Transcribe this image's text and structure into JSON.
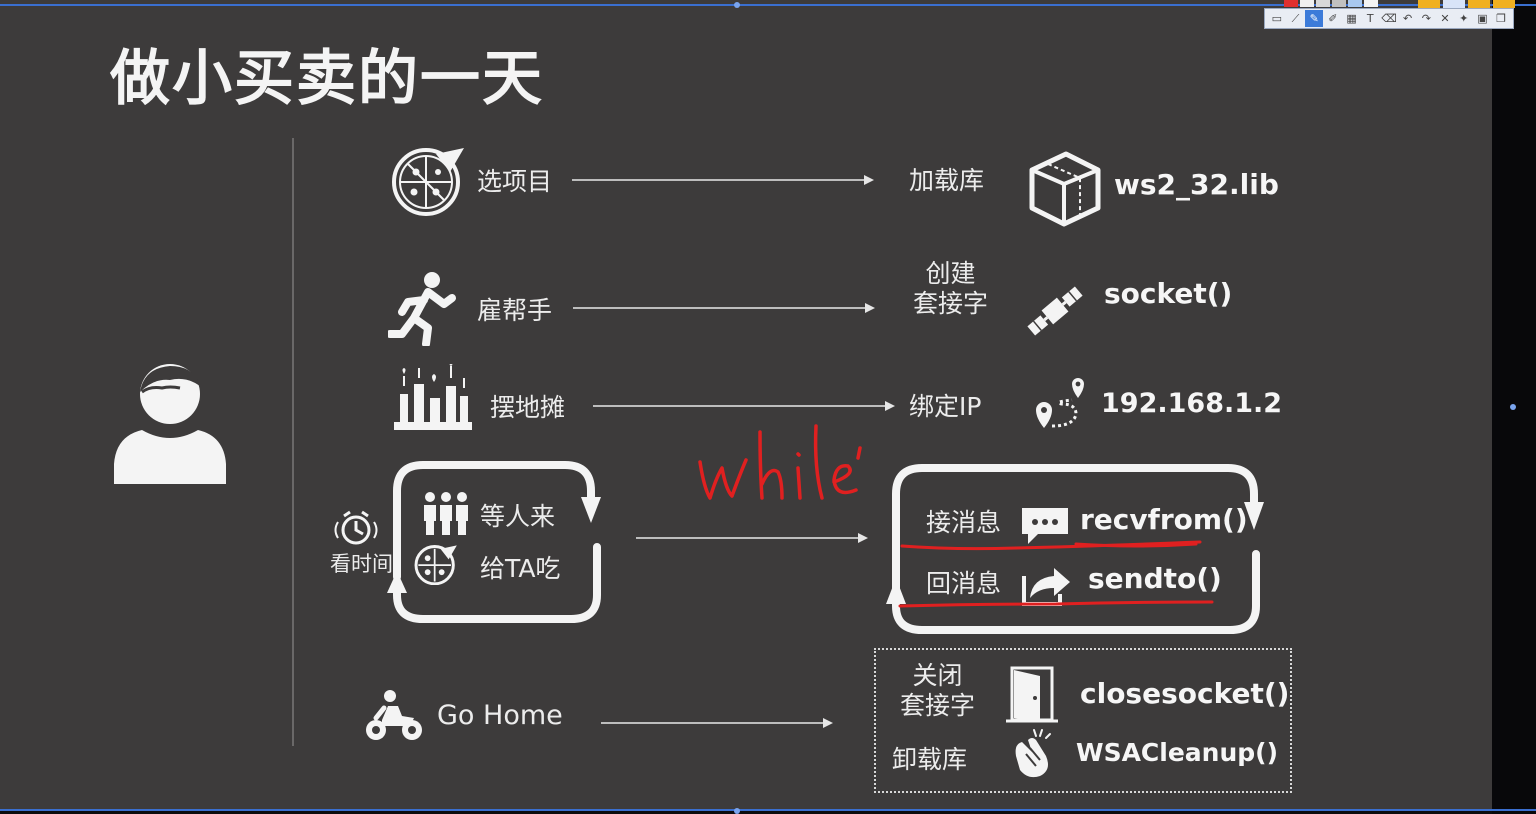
{
  "title": "做小买卖的一天",
  "rows": [
    {
      "left": "选项目",
      "right": "加载库",
      "code": "ws2_32.lib"
    },
    {
      "left": "雇帮手",
      "right_lines": [
        "创建",
        "套接字"
      ],
      "code": "socket()"
    },
    {
      "left": "摆地摊",
      "right": "绑定IP",
      "code": "192.168.1.2"
    }
  ],
  "loop_left": {
    "clock_label": "看时间",
    "item1": "等人来",
    "item2": "给TA吃"
  },
  "loop_right": {
    "recv_label": "接消息",
    "recv_code": "recvfrom()",
    "send_label": "回消息",
    "send_code": "sendto()"
  },
  "annotation": {
    "text": "while",
    "color": "#e02020"
  },
  "cleanup": {
    "left": "Go Home",
    "close_lines": [
      "关闭",
      "套接字"
    ],
    "close_code": "closesocket()",
    "unload_label": "卸载库",
    "unload_code": "WSACleanup()"
  },
  "colors": {
    "background": "#3d3b3b",
    "foreground": "#f4f4f4",
    "ink": "#e02020",
    "accent": "#3a6fd0"
  },
  "icons": [
    "person-icon",
    "pizza-icon",
    "runner-icon",
    "market-stall-icon",
    "people-icon",
    "alarm-clock-icon",
    "motorbike-icon",
    "cube-icon",
    "satellite-icon",
    "route-pin-icon",
    "chat-bubble-icon",
    "share-arrow-icon",
    "door-icon",
    "clapping-hands-icon"
  ]
}
